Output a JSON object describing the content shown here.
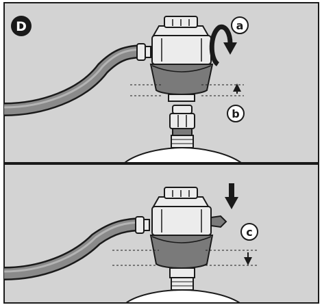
{
  "step_label": "D",
  "callouts": {
    "a": "a",
    "b": "b",
    "c": "c"
  },
  "colors": {
    "panel_background": "#d3d3d3",
    "outline": "#1a1a1a",
    "regulator_body": "#ececec",
    "regulator_collar": "#7a7a7a",
    "hose": "#8a8a8a",
    "cylinder": "#ffffff",
    "badge": "#1a1a1a"
  },
  "icons": [
    "rotation-arrow-icon",
    "up-arrow-icon",
    "down-arrow-icon",
    "push-down-arrow-icon"
  ]
}
